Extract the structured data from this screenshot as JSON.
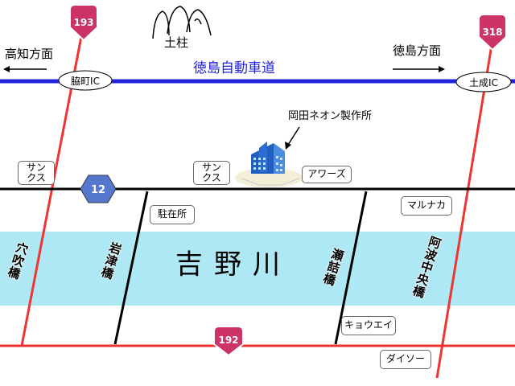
{
  "expressway": {
    "name": "徳島自動車道",
    "color": "#2222dd"
  },
  "interchanges": {
    "wakimachi": "脇町IC",
    "donari": "土成IC"
  },
  "directions": {
    "kochi": "高知方面",
    "tokushima": "徳島方面"
  },
  "routes": {
    "r193": "193",
    "r318": "318",
    "r192": "192",
    "r12": "12"
  },
  "landmarks": {
    "dobashira": "土柱",
    "company": "岡田ネオン製作所",
    "sunkus_left": "サン\nクス",
    "sunkus_center": "サン\nクス",
    "awazu": "アワーズ",
    "parking": "駐在所",
    "marunaka": "マルナカ",
    "kyoei": "キョウエイ",
    "daiso": "ダイソー"
  },
  "river": {
    "name": "吉野川",
    "color": "#aee8f4"
  },
  "bridges": {
    "anabuki": "穴吹橋",
    "iwazu": "岩津橋",
    "segashi": "瀬詰橋",
    "awachuo": "阿波中央橋"
  },
  "colors": {
    "national_road": "#ee3333",
    "route_shield": "#cc3366",
    "prefectural_shield": "#5577cc"
  }
}
